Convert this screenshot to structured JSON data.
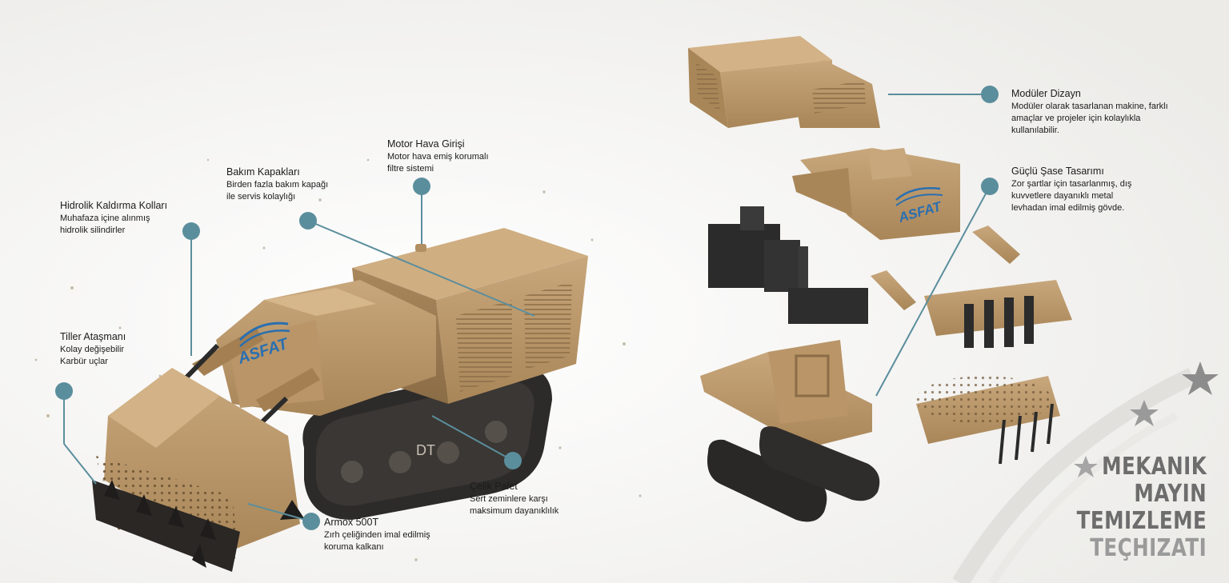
{
  "callouts": [
    {
      "id": "hidrolik",
      "title": "Hidrolik Kaldırma Kolları",
      "desc": [
        "Muhafaza içine alınmış",
        "hidrolik silindirler"
      ]
    },
    {
      "id": "bakim",
      "title": "Bakım Kapakları",
      "desc": [
        "Birden fazla bakım kapağı",
        "ile servis kolaylığı"
      ]
    },
    {
      "id": "motor",
      "title": "Motor Hava Girişi",
      "desc": [
        "Motor hava emiş korumalı",
        "filtre sistemi"
      ]
    },
    {
      "id": "tiller",
      "title": "Tiller Ataşmanı",
      "desc": [
        "Kolay değişebilir",
        "Karbür uçlar"
      ]
    },
    {
      "id": "celik",
      "title": "Çelik Palet",
      "desc": [
        "Sert zeminlere karşı",
        "maksimum dayanıklılık"
      ]
    },
    {
      "id": "armox",
      "title": "Armox 500T",
      "desc": [
        "Zırh çeliğinden imal edilmiş",
        "koruma kalkanı"
      ]
    },
    {
      "id": "moduler",
      "title": "Modüler Dizayn",
      "desc": [
        "Modüler olarak tasarlanan makine, farklı",
        "amaçlar ve projeler için kolaylıkla",
        "kullanılabilir."
      ]
    },
    {
      "id": "sase",
      "title": "Güçlü Şase Tasarımı",
      "desc": [
        "Zor şartlar için tasarlanmış, dış",
        "kuvvetlere dayanıklı metal",
        "levhadan imal edilmiş gövde."
      ]
    }
  ],
  "brand": "ASFAT",
  "watermark": "DT",
  "product_title": [
    "MEKANIK",
    "MAYIN",
    "TEMIZLEME",
    "TEÇHIZATI"
  ],
  "colors": {
    "accent": "#5b8e9c",
    "body": "#b8966a",
    "dark": "#2b2b2b",
    "logo": "#2a6fb0"
  }
}
